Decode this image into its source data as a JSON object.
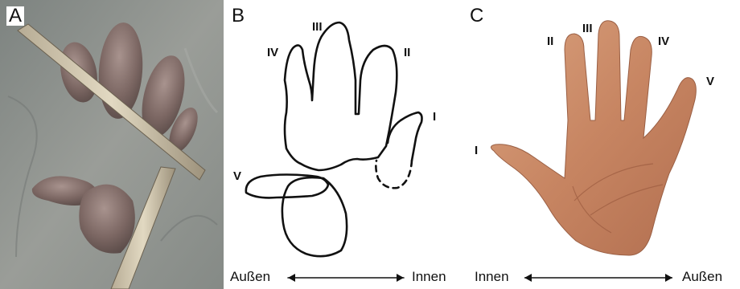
{
  "panels": {
    "a": {
      "letter": "A"
    },
    "b": {
      "letter": "B",
      "digits": {
        "i": "I",
        "ii": "II",
        "iii": "III",
        "iv": "IV",
        "v": "V"
      },
      "axis": {
        "left": "Außen",
        "right": "Innen"
      }
    },
    "c": {
      "letter": "C",
      "digits": {
        "i": "I",
        "ii": "II",
        "iii": "III",
        "iv": "IV",
        "v": "V"
      },
      "axis": {
        "left": "Innen",
        "right": "Außen"
      }
    }
  },
  "colors": {
    "rock": "#8c8f8a",
    "fossil_print": "#7a6a66",
    "skin": "#c98a68",
    "outline": "#111111"
  }
}
